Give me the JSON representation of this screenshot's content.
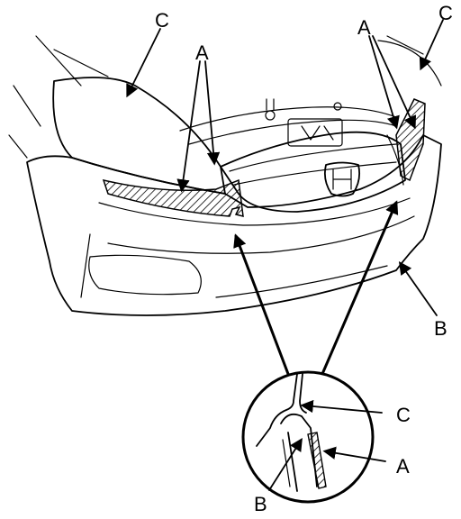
{
  "callouts": {
    "top_left_c": "C",
    "top_mid_a": "A",
    "top_right_a": "A",
    "top_right_c": "C",
    "right_b": "B",
    "detail_c": "C",
    "detail_a": "A",
    "detail_b": "B"
  },
  "colors": {
    "line": "#000000",
    "background": "#ffffff"
  }
}
